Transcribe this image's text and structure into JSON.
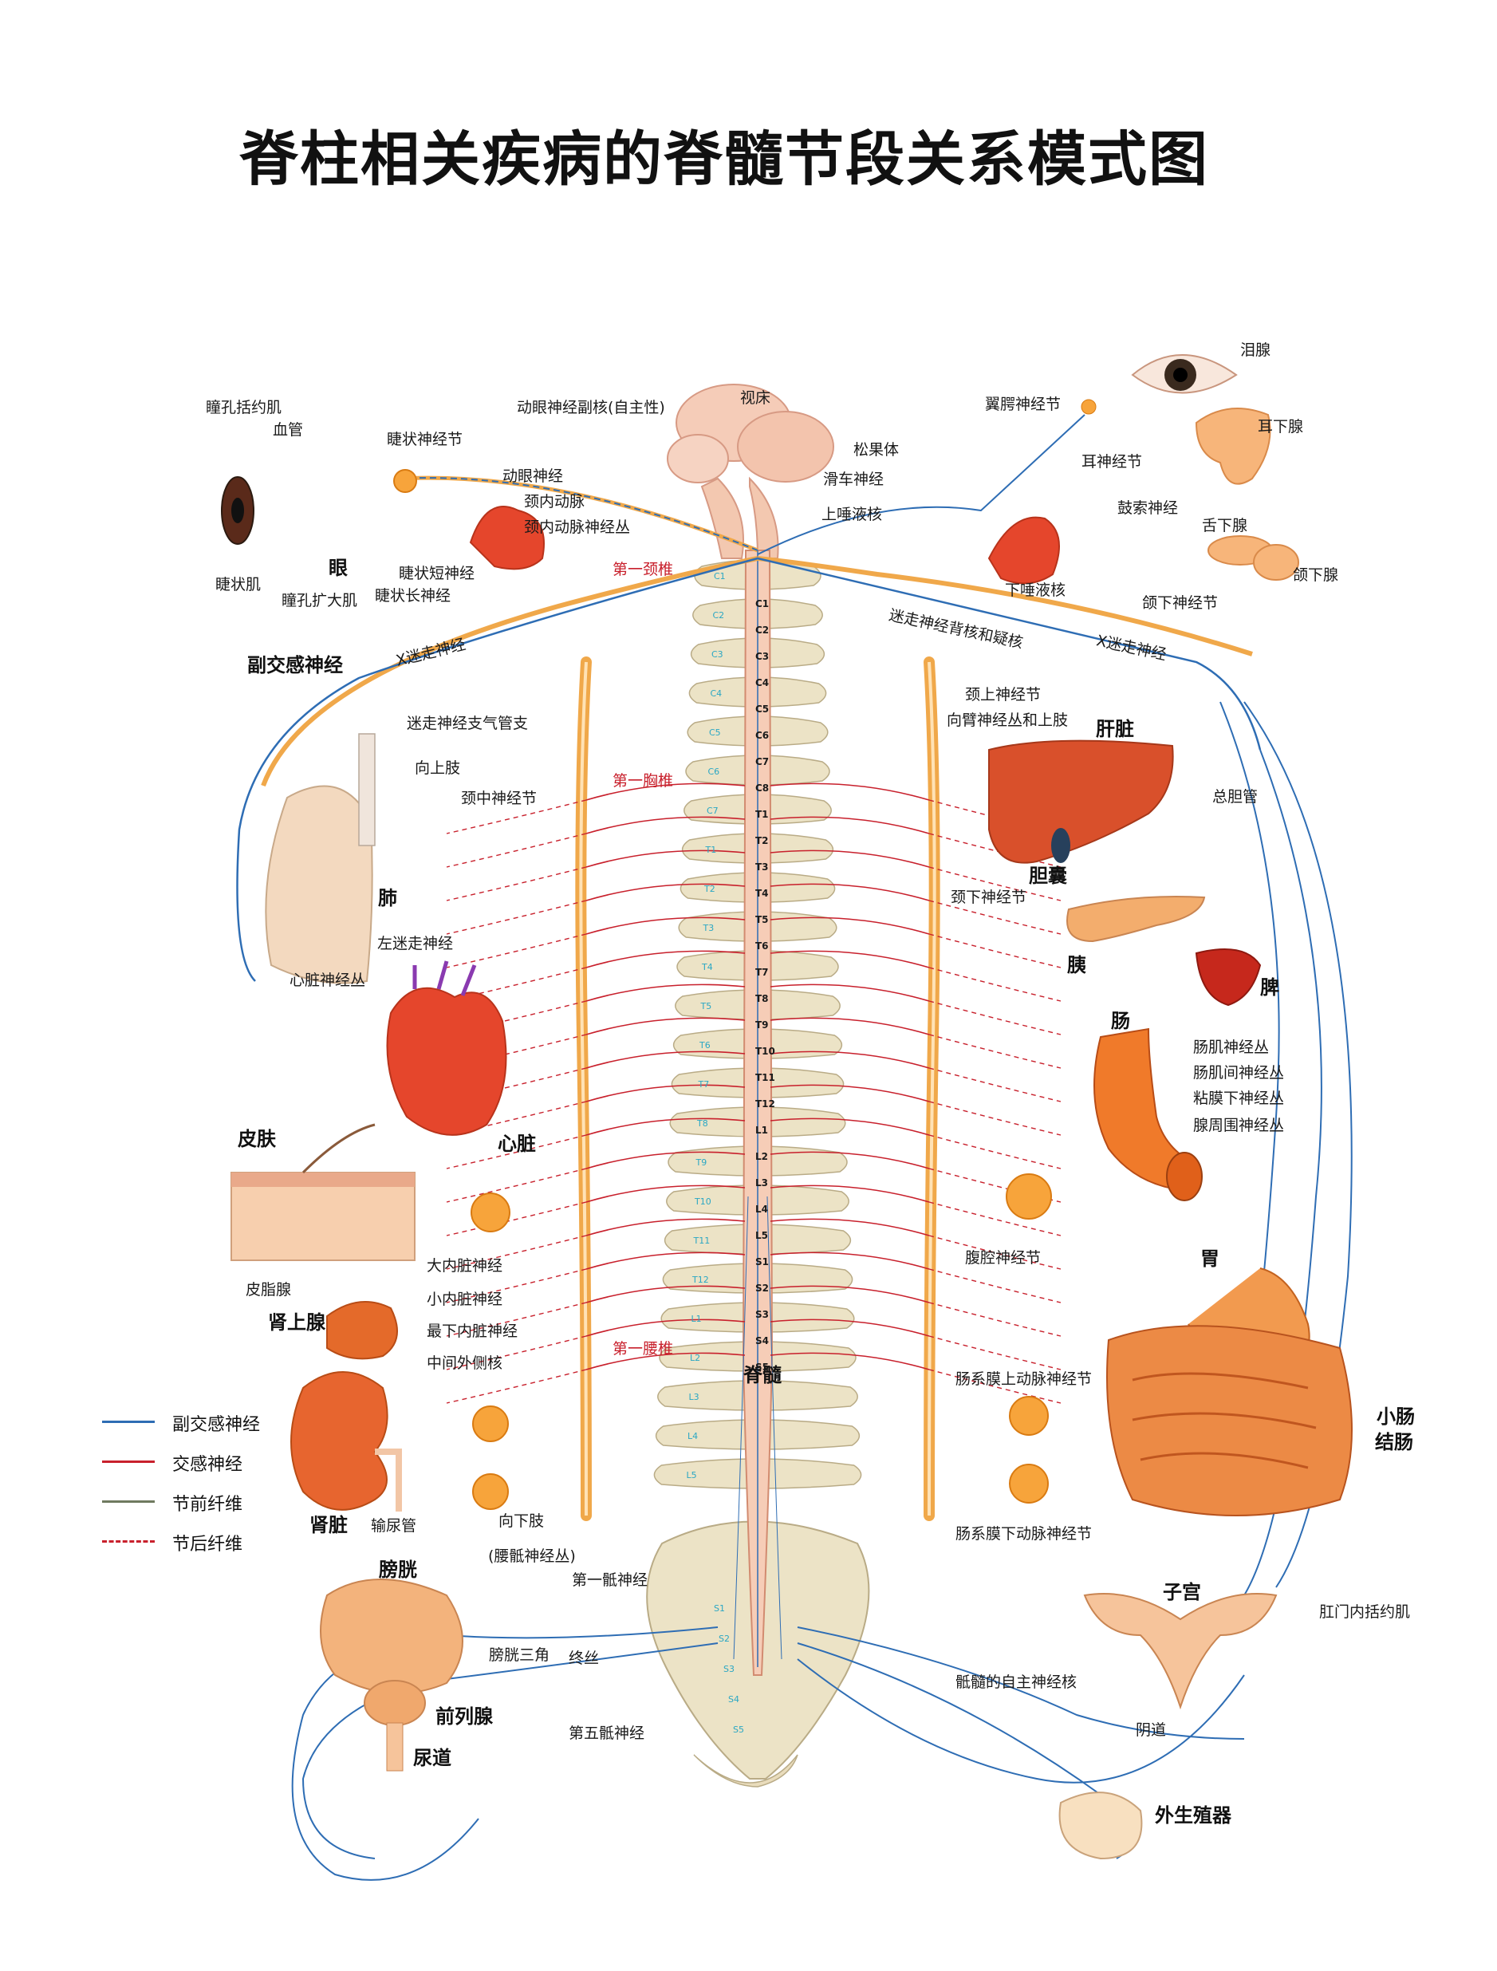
{
  "title": "脊柱相关疾病的脊髓节段关系模式图",
  "colors": {
    "parasympathetic": "#2e6db4",
    "sympathetic": "#c8202c",
    "preganglionic": "#6f7a5f",
    "postganglionic": "#c8202c",
    "nerve_trunk": "#f0a84a",
    "organ": "#e0602a",
    "bone": "#ece3c6"
  },
  "legend": [
    {
      "label": "副交感神经",
      "color": "#2e6db4",
      "style": "solid"
    },
    {
      "label": "交感神经",
      "color": "#c8202c",
      "style": "solid"
    },
    {
      "label": "节前纤维",
      "color": "#6f7a5f",
      "style": "solid"
    },
    {
      "label": "节后纤维",
      "color": "#c8202c",
      "style": "dashed"
    }
  ],
  "labels": {
    "pupil_sphincter": "瞳孔括约肌",
    "blood_vessel": "血管",
    "ciliary_ganglion": "睫状神经节",
    "oculomotor_accessory_nucleus": "动眼神经副核(自主性)",
    "thalamus": "视床",
    "pineal": "松果体",
    "trochlear_nerve": "滑车神经",
    "superior_salivatory": "上唾液核",
    "oculomotor_nerve": "动眼神经",
    "internal_carotid": "颈内动脉",
    "internal_carotid_plexus": "颈内动脉神经丛",
    "ciliary_muscle": "睫状肌",
    "eye": "眼",
    "short_ciliary": "睫状短神经",
    "long_ciliary": "睫状长神经",
    "pupil_dilator": "瞳孔扩大肌",
    "first_cervical": "第一颈椎",
    "lacrimal": "泪腺",
    "pterygopalatine": "翼腭神经节",
    "parotid": "耳下腺",
    "otic_ganglion": "耳神经节",
    "chorda_tympani": "鼓索神经",
    "sublingual": "舌下腺",
    "submandibular": "颌下腺",
    "inferior_salivatory": "下唾液核",
    "submandibular_ganglion": "颌下神经节",
    "vagus_dorsal_nucleus": "迷走神经背核和疑核",
    "vagus_left": "X迷走神经",
    "vagus_right": "X迷走神经",
    "parasympathetic": "副交感神经",
    "vagus_bronchial": "迷走神经支气管支",
    "to_upper_limb": "向上肢",
    "middle_cervical_ganglion": "颈中神经节",
    "first_thoracic": "第一胸椎",
    "lung": "肺",
    "left_vagus": "左迷走神经",
    "cardiac_plexus": "心脏神经丛",
    "heart": "心脏",
    "superior_cervical_ganglion": "颈上神经节",
    "brachial_plexus": "向臂神经丛和上肢",
    "liver": "肝脏",
    "common_bile_duct": "总胆管",
    "gallbladder": "胆囊",
    "inferior_cervical_ganglion": "颈下神经节",
    "pancreas": "胰",
    "spleen": "脾",
    "intestine": "肠",
    "myenteric_plexus": "肠肌神经丛",
    "intermuscular_plexus": "肠肌间神经丛",
    "submucosal_plexus": "粘膜下神经丛",
    "periglandular_plexus": "腺周围神经丛",
    "skin": "皮肤",
    "sebaceous": "皮脂腺",
    "greater_splanchnic": "大内脏神经",
    "lesser_splanchnic": "小内脏神经",
    "least_splanchnic": "最下内脏神经",
    "intermediolateral": "中间外侧核",
    "adrenal": "肾上腺",
    "first_lumbar": "第一腰椎",
    "spinal_cord": "脊髓",
    "celiac_ganglion": "腹腔神经节",
    "stomach": "胃",
    "sup_mesenteric": "肠系膜上动脉神经节",
    "small_intestine": "小肠",
    "colon": "结肠",
    "kidney": "肾脏",
    "ureter": "输尿管",
    "to_lower_limb": "向下肢",
    "lumbosacral_plexus": "(腰骶神经丛)",
    "inf_mesenteric": "肠系膜下动脉神经节",
    "bladder": "膀胱",
    "first_sacral_nerve": "第一骶神经",
    "bladder_trigone": "膀胱三角",
    "filum": "终丝",
    "sacral_autonomic": "骶髓的自主神经核",
    "uterus": "子宫",
    "anal_sphincter": "肛门内括约肌",
    "prostate": "前列腺",
    "urethra": "尿道",
    "fifth_sacral_nerve": "第五骶神经",
    "vagina": "阴道",
    "genitalia": "外生殖器"
  },
  "cord_segments": [
    "C1",
    "C2",
    "C3",
    "C4",
    "C5",
    "C6",
    "C7",
    "C8",
    "T1",
    "T2",
    "T3",
    "T4",
    "T5",
    "T6",
    "T7",
    "T8",
    "T9",
    "T10",
    "T11",
    "T12",
    "L1",
    "L2",
    "L3",
    "L4",
    "L5",
    "S1",
    "S2",
    "S3",
    "S4",
    "S5"
  ],
  "vertebrae": [
    "C1",
    "C2",
    "C3",
    "C4",
    "C5",
    "C6",
    "C7",
    "T1",
    "T2",
    "T3",
    "T4",
    "T5",
    "T6",
    "T7",
    "T8",
    "T9",
    "T10",
    "T11",
    "T12",
    "L1",
    "L2",
    "L3",
    "L4",
    "L5"
  ],
  "sacral_foramina": [
    "S1",
    "S2",
    "S3",
    "S4",
    "S5"
  ]
}
